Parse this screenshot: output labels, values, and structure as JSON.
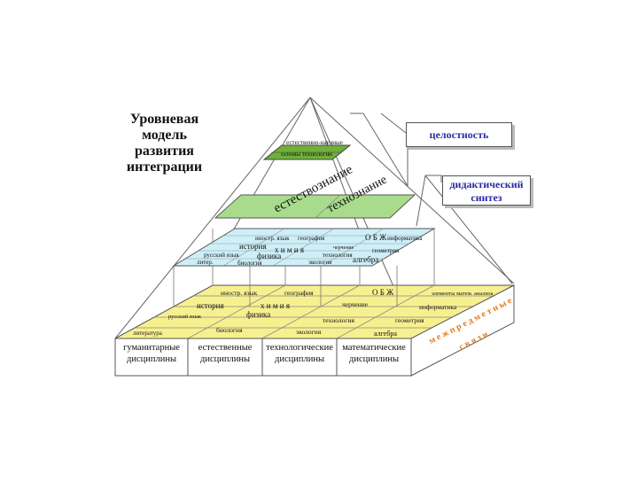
{
  "title": {
    "lines": [
      "Уровневая",
      "модель",
      "развития",
      "интеграции"
    ]
  },
  "boxes": {
    "integrity": "целостность",
    "didactic": [
      "дидактический",
      "синтез"
    ]
  },
  "top_level": {
    "line1": "естественно-научные",
    "line2": "основы технологии"
  },
  "middle_level": {
    "left": "естествознание",
    "right": "технознание"
  },
  "upper_base_labels": {
    "foreign": "иностр. язык",
    "geography": "география",
    "obzh": "О Б Ж",
    "informatics": "информатика",
    "history": "история",
    "drawing": "черчение",
    "chemistry": "х и м и я",
    "russian": "русский язык",
    "physics": "физика",
    "technology": "технология",
    "geometry": "геометрия",
    "literature": "литер.",
    "biology": "биология",
    "ecology": "экология",
    "algebra": "алгебра"
  },
  "lower_base_labels": {
    "foreign": "иностр. язык",
    "geography": "география",
    "obzh": "О Б Ж",
    "math_analysis": "элементы матем. анализа",
    "history": "история",
    "chemistry": "х и м и я",
    "drawing": "черчение",
    "informatics": "информатика",
    "russian": "русский язык",
    "physics": "физика",
    "technology": "технология",
    "geometry": "геометрия",
    "literature": "литература",
    "biology": "биология",
    "ecology": "экология",
    "algebra": "алгебра"
  },
  "intersubject": [
    "м е ж п р е д м е т н ы е",
    "с в я з и"
  ],
  "disciplines": [
    [
      "гуманитарные",
      "дисциплины"
    ],
    [
      "естественные",
      "дисциплины"
    ],
    [
      "технологические",
      "дисциплины"
    ],
    [
      "математические",
      "дисциплины"
    ]
  ],
  "colors": {
    "top_green": "#6fb03a",
    "middle_green": "#a8dc8c",
    "cyan_band": "#cdeff8",
    "yellow_band": "#f7f08f",
    "outline": "#555555",
    "accent_blue": "#2a2aa8",
    "orange_text": "#e07a1c"
  }
}
